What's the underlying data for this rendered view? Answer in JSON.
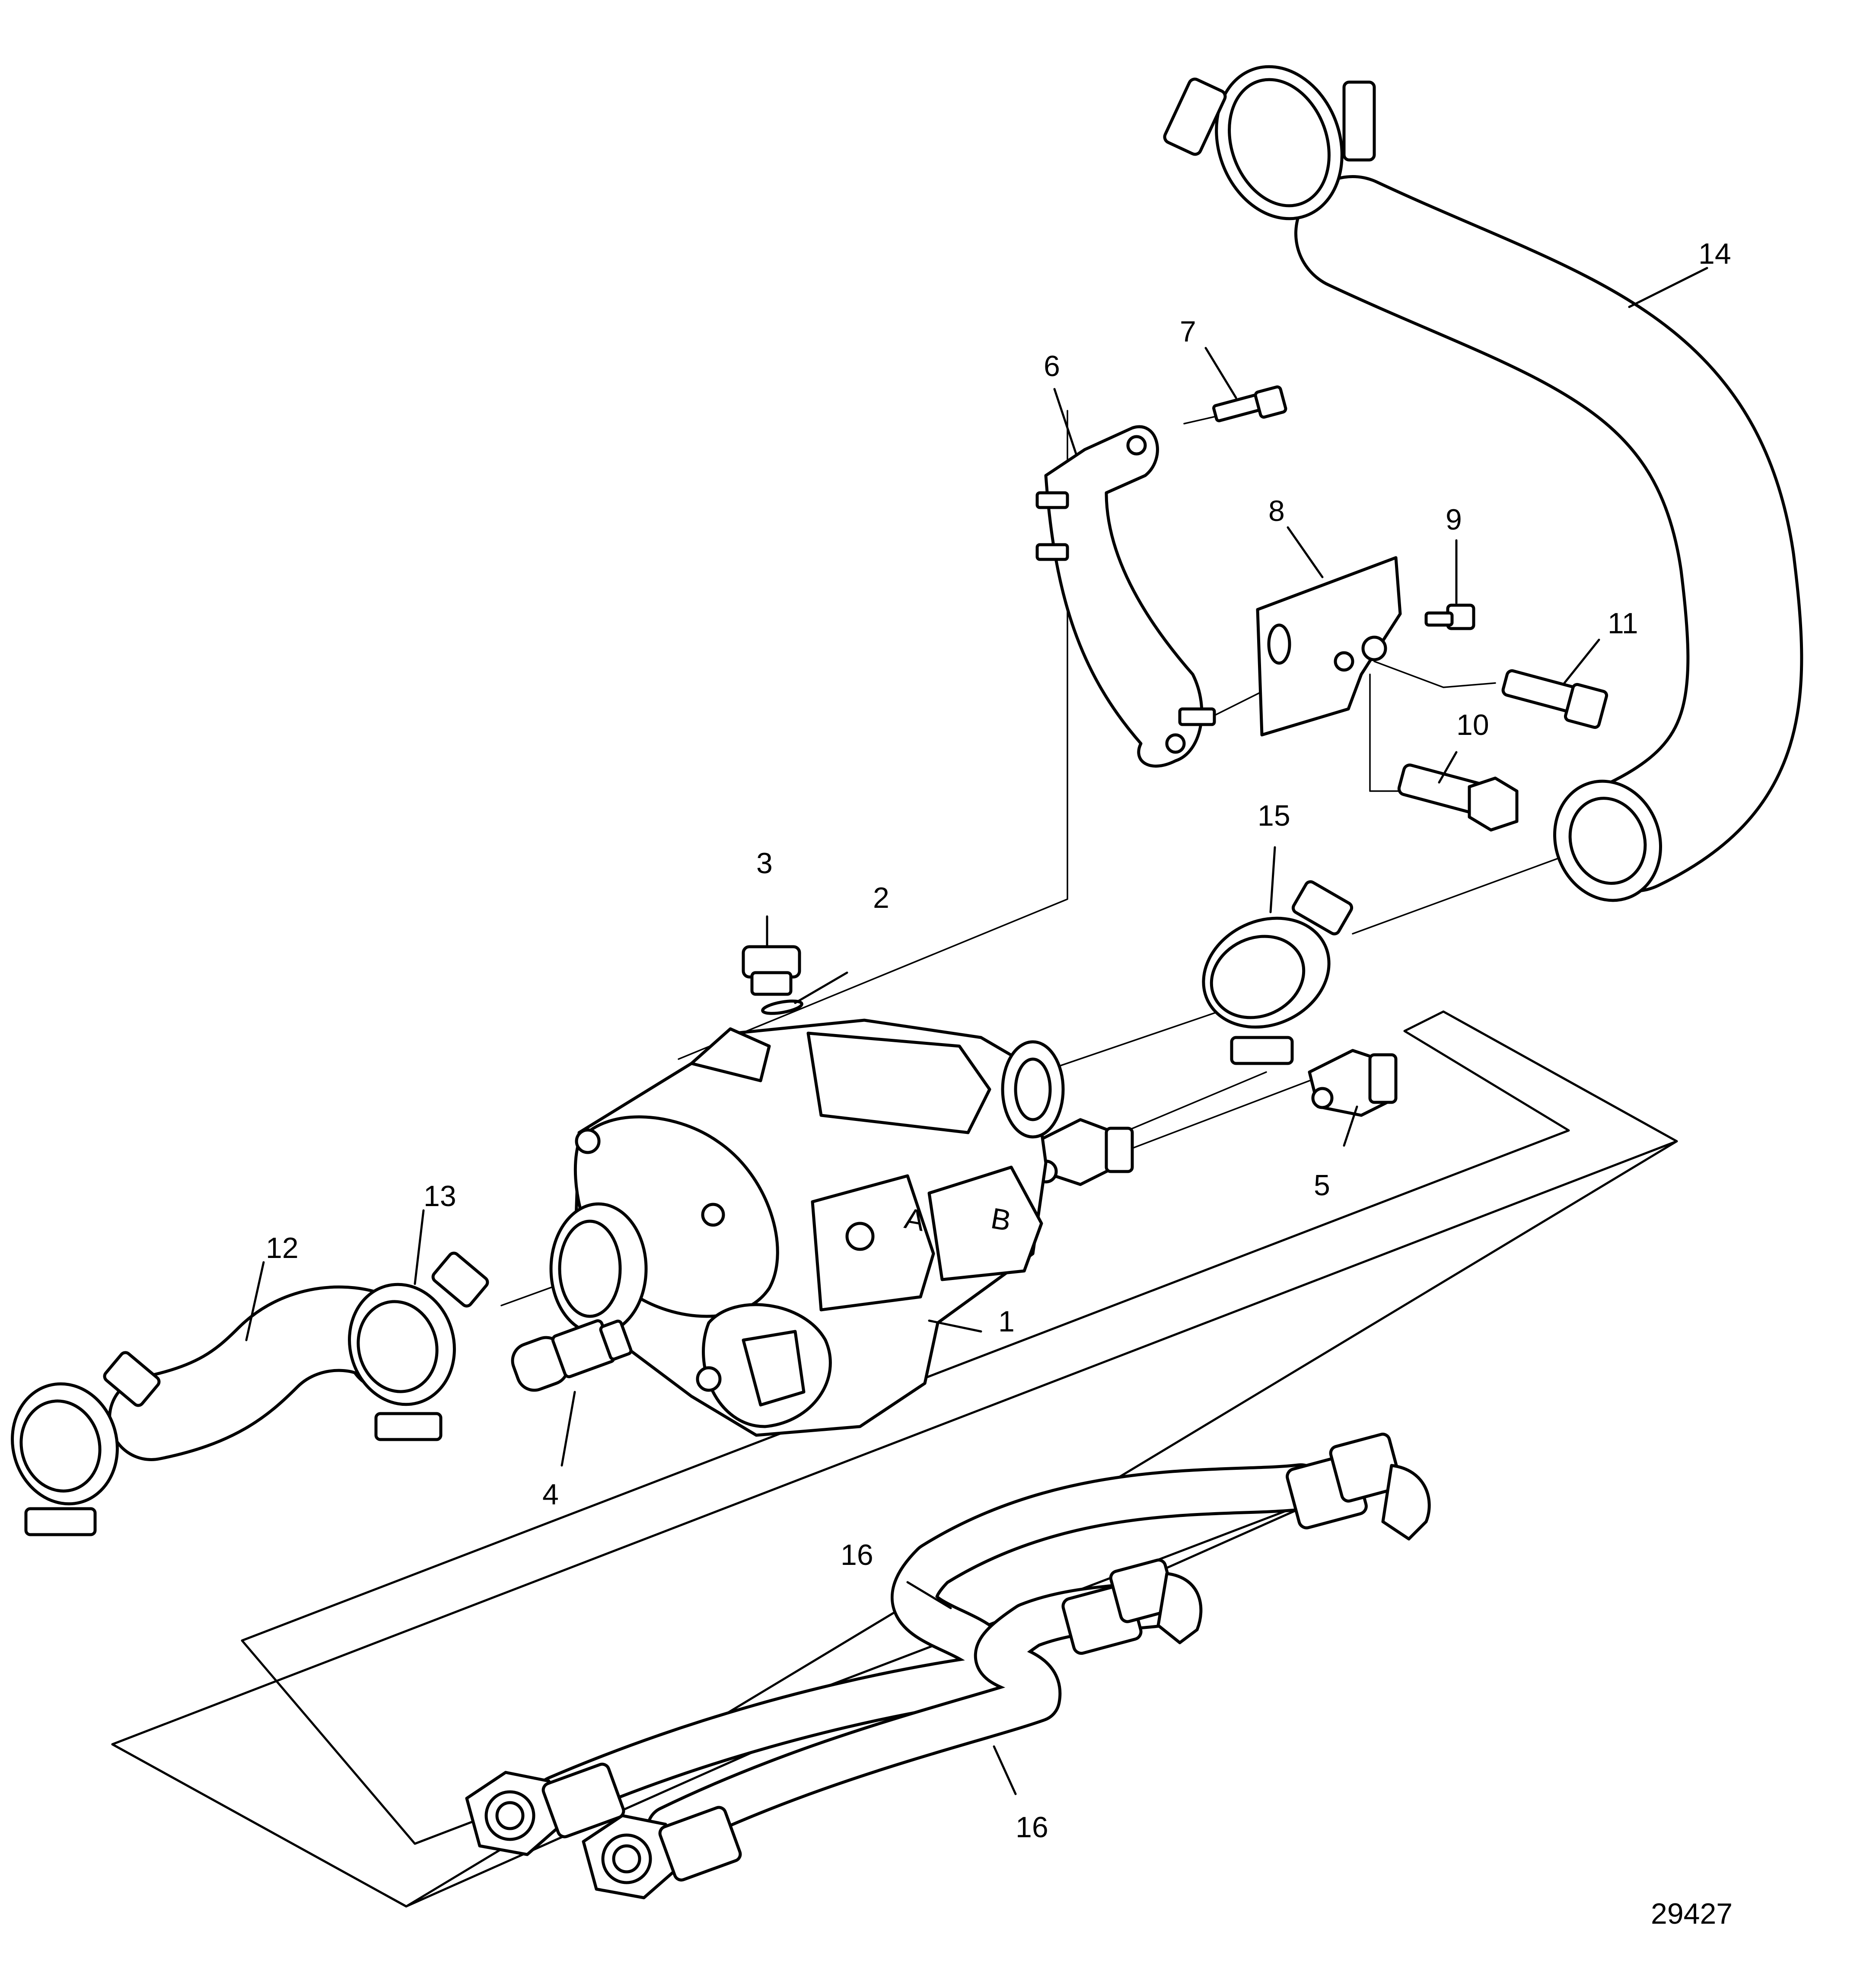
{
  "callouts": [
    {
      "id": "1",
      "label": "1"
    },
    {
      "id": "2",
      "label": "2"
    },
    {
      "id": "3",
      "label": "3"
    },
    {
      "id": "4",
      "label": "4"
    },
    {
      "id": "5",
      "label": "5"
    },
    {
      "id": "6",
      "label": "6"
    },
    {
      "id": "7",
      "label": "7"
    },
    {
      "id": "8",
      "label": "8"
    },
    {
      "id": "9",
      "label": "9"
    },
    {
      "id": "10",
      "label": "10"
    },
    {
      "id": "11",
      "label": "11"
    },
    {
      "id": "12",
      "label": "12"
    },
    {
      "id": "13",
      "label": "13"
    },
    {
      "id": "14",
      "label": "14"
    },
    {
      "id": "15",
      "label": "15"
    },
    {
      "id": "16a",
      "label": "16"
    },
    {
      "id": "16b",
      "label": "16"
    }
  ],
  "housing_marks": {
    "a": "A",
    "b": "B"
  },
  "figure_number": "29427"
}
